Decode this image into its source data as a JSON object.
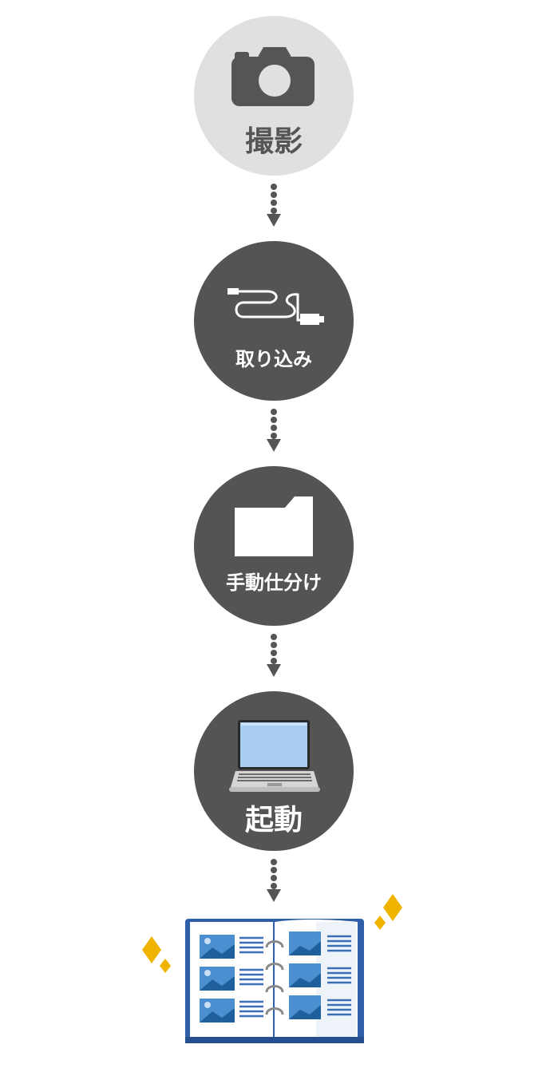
{
  "steps": [
    {
      "label": "撮影",
      "icon": "camera-icon"
    },
    {
      "label": "取り込み",
      "icon": "usb-cable-icon"
    },
    {
      "label": "手動仕分け",
      "icon": "folder-icon"
    },
    {
      "label": "起動",
      "icon": "laptop-icon"
    }
  ],
  "result": {
    "icon": "photo-album-icon"
  },
  "colors": {
    "circle_dark": "#545454",
    "circle_light": "#e0e0e0",
    "text_dark": "#555555",
    "text_light": "#ffffff",
    "sparkle": "#f0b400",
    "album_blue": "#3a6fb5",
    "screen_blue": "#a9cdf0"
  }
}
